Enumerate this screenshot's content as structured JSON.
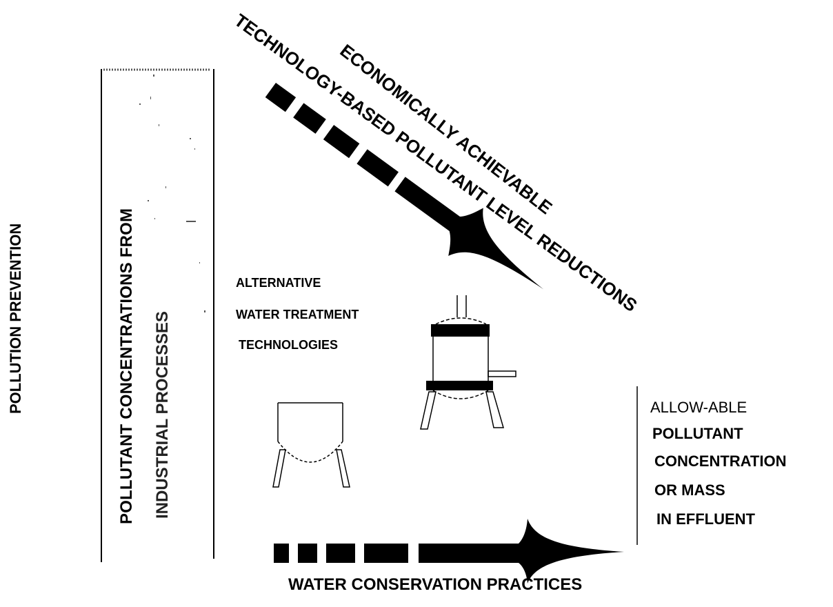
{
  "labels": {
    "pollution_prevention": "POLLUTION PREVENTION",
    "box_line1": "POLLUTANT CONCENTRATIONS FROM",
    "box_line2": "INDUSTRIAL PROCESSES",
    "economically": "ECONOMICALLY ACHIEVABLE",
    "technology_based": "TECHNOLOGY-BASED POLLUTANT LEVEL REDUCTIONS",
    "alt_line1": "ALTERNATIVE",
    "alt_line2": "WATER TREATMENT",
    "alt_line3": "TECHNOLOGIES",
    "allow_line1": "ALLOW-ABLE",
    "allow_line2": "POLLUTANT",
    "allow_line3": "CONCENTRATION",
    "allow_line4": "OR MASS",
    "allow_line5": "IN EFFLUENT",
    "water_conservation": "WATER CONSERVATION PRACTICES"
  },
  "colors": {
    "ink": "#000000",
    "background": "#ffffff"
  },
  "icons": [
    "filter-vessel-icon",
    "settling-tank-icon"
  ]
}
